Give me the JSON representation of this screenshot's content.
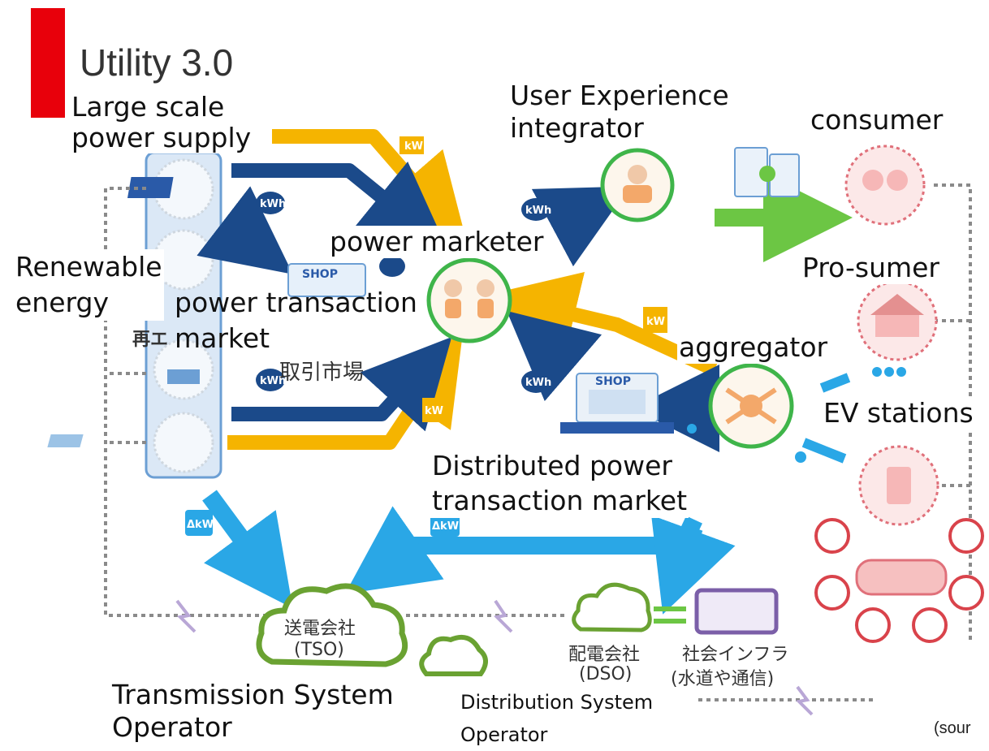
{
  "title": "Utility 3.0",
  "labels": {
    "large_scale_power_supply": "Large scale\npower supply",
    "user_experience_integrator": "User Experience\nintegrator",
    "consumer": "consumer",
    "power_marketer": "power marketer",
    "renewable_energy": "Renewable\nenergy",
    "pro_sumer": "Pro-sumer",
    "power_transaction_market": "power transaction\nmarket",
    "aggregator": "aggregator",
    "ev_stations": "EV stations",
    "distributed_power_transaction_market": "Distributed power\ntransaction market",
    "transmission_system_operator": "Transmission System\nOperator",
    "distribution_system_operator": "Distribution System\nOperator"
  },
  "jp_labels": {
    "renewable": "再エ",
    "exchange": "取引市場",
    "tso_line1": "送電会社",
    "tso_line2": "(TSO)",
    "dso_line1": "配電会社",
    "dso_line2": "(DSO)",
    "infra_line1": "社会インフラ",
    "infra_line2": "(水道や通信)",
    "shop": "SHOP",
    "shop2": "SHOP"
  },
  "unit_badges": {
    "kw": "kW",
    "kwh": "kWh",
    "delta_kw": "ΔkW"
  },
  "source": "(sour",
  "colors": {
    "red_accent": "#e8000b",
    "navy_arrow": "#1b4a8a",
    "yellow_arrow": "#f5b400",
    "cyan_arrow": "#2aa7e6",
    "green_arrow": "#6cc644",
    "green_circle": "#3fb54a",
    "pink_circle": "#e0707a",
    "tso_cloud": "#6aa232"
  }
}
